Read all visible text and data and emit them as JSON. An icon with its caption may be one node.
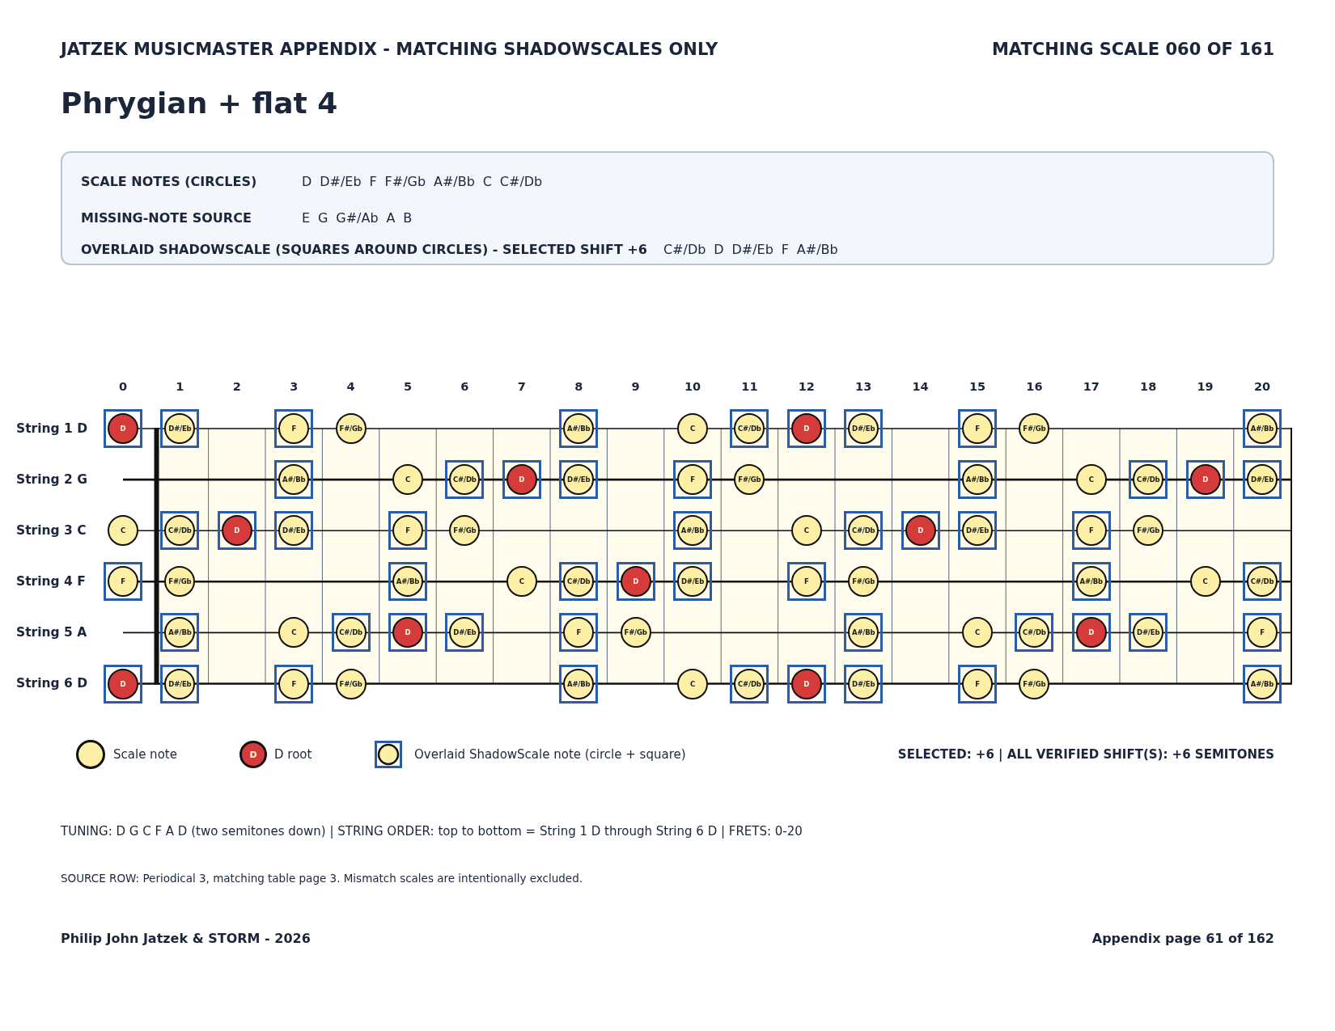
{
  "diagram": {
    "title": "Phrygian + flat 4",
    "nodes": [
      {
        "text": [
          "SCALE NOTES (CIRCLES)",
          "D D#/Eb F F#/Gb A#/Bb C C#/Db",
          "MISSING-NOTE SOURCE",
          "E G G#/Ab A B",
          "OVERLAID SHADOWSCALE (SQUARES AROUND CIRCLES) - SELECTED SHIFT +6",
          "C#/Db D D#/Eb F A#/Bb"
        ]
      },
      {
        "text": [],
        "shape": "box"
      },
      {
        "text": [
          "D"
        ],
        "in": 1
      },
      {
        "text": [],
        "shape": "box"
      },
      {
        "text": [
          "D#/Eb"
        ],
        "in": 3
      },
      {
        "text": [],
        "shape": "box"
      },
      {
        "text": [
          "F"
        ],
        "in": 5
      },
      {
        "text": [
          "F#/Gb"
        ]
      },
      {
        "text": [],
        "shape": "box"
      },
      {
        "text": [
          "A#/Bb"
        ],
        "in": 8
      },
      {
        "text": [
          "C"
        ]
      },
      {
        "text": [],
        "shape": "box"
      },
      {
        "text": [
          "C#/Db"
        ],
        "in": 11
      },
      {
        "text": [],
        "shape": "box"
      },
      {
        "text": [
          "D"
        ],
        "in": 13
      },
      {
        "text": [],
        "shape": "box"
      },
      {
        "text": [
          "D#/Eb"
        ],
        "in": 15
      },
      {
        "text": [],
        "shape": "box"
      },
      {
        "text": [
          "F"
        ],
        "in": 17
      },
      {
        "text": [
          "F#/Gb"
        ]
      },
      {
        "text": [],
        "shape": "box"
      },
      {
        "text": [
          "A#/Bb"
        ],
        "in": 20
      },
      {
        "text": [],
        "shape": "box"
      },
      {
        "text": [
          "A#/Bb"
        ],
        "in": 22
      },
      {
        "text": [
          "C"
        ]
      },
      {
        "text": [],
        "shape": "box"
      },
      {
        "text": [
          "C#/Db"
        ],
        "in": 25
      },
      {
        "text": [],
        "shape": "box"
      },
      {
        "text": [
          "D"
        ],
        "in": 27
      },
      {
        "text": [],
        "shape": "box"
      },
      {
        "text": [
          "D#/Eb"
        ],
        "in": 29
      },
      {
        "text": [],
        "shape": "box"
      },
      {
        "text": [
          "F"
        ],
        "in": 31
      },
      {
        "text": [
          "F#/Gb"
        ]
      },
      {
        "text": [],
        "shape": "box"
      },
      {
        "text": [
          "A#/Bb"
        ],
        "in": 34
      },
      {
        "text": [
          "C"
        ]
      },
      {
        "text": [],
        "shape": "box"
      },
      {
        "text": [
          "C#/Db"
        ],
        "in": 37
      },
      {
        "text": [],
        "shape": "box"
      },
      {
        "text": [
          "D"
        ],
        "in": 39
      },
      {
        "text": [],
        "shape": "box"
      },
      {
        "text": [
          "D#/Eb"
        ],
        "in": 41
      },
      {
        "text": [
          "C"
        ]
      },
      {
        "text": [],
        "shape": "box"
      },
      {
        "text": [
          "C#/Db"
        ],
        "in": 44
      },
      {
        "text": [],
        "shape": "box"
      },
      {
        "text": [
          "D"
        ],
        "in": 46
      },
      {
        "text": [],
        "shape": "box"
      },
      {
        "text": [
          "D#/Eb"
        ],
        "in": 48
      },
      {
        "text": [],
        "shape": "box"
      },
      {
        "text": [
          "F"
        ],
        "in": 50
      },
      {
        "text": [
          "F#/Gb"
        ]
      },
      {
        "text": [],
        "shape": "box"
      },
      {
        "text": [
          "A#/Bb"
        ],
        "in": 53
      },
      {
        "text": [
          "C"
        ]
      },
      {
        "text": [],
        "shape": "box"
      },
      {
        "text": [
          "C#/Db"
        ],
        "in": 56
      },
      {
        "text": [],
        "shape": "box"
      },
      {
        "text": [
          "D"
        ],
        "in": 58
      },
      {
        "text": [],
        "shape": "box"
      },
      {
        "text": [
          "D#/Eb"
        ],
        "in": 60
      },
      {
        "text": [],
        "shape": "box"
      },
      {
        "text": [
          "F"
        ],
        "in": 62
      },
      {
        "text": [
          "F#/Gb"
        ]
      },
      {
        "text": [],
        "shape": "box"
      },
      {
        "text": [
          "F"
        ],
        "in": 65
      },
      {
        "text": [
          "F#/Gb"
        ]
      },
      {
        "text": [],
        "shape": "box"
      },
      {
        "text": [
          "A#/Bb"
        ],
        "in": 68
      },
      {
        "text": [
          "C"
        ]
      },
      {
        "text": [],
        "shape": "box"
      },
      {
        "text": [
          "C#/Db"
        ],
        "in": 71
      },
      {
        "text": [],
        "shape": "box"
      },
      {
        "text": [
          "D"
        ],
        "in": 73
      },
      {
        "text": [],
        "shape": "box"
      },
      {
        "text": [
          "D#/Eb"
        ],
        "in": 75
      },
      {
        "text": [],
        "shape": "box"
      },
      {
        "text": [
          "F"
        ],
        "in": 77
      },
      {
        "text": [
          "F#/Gb"
        ]
      },
      {
        "text": [],
        "shape": "box"
      },
      {
        "text": [
          "A#/Bb"
        ],
        "in": 80
      },
      {
        "text": [
          "C"
        ]
      },
      {
        "text": [],
        "shape": "box"
      },
      {
        "text": [
          "C#/Db"
        ],
        "in": 83
      },
      {
        "text": [],
        "shape": "box"
      },
      {
        "text": [
          "A#/Bb"
        ],
        "in": 85
      },
      {
        "text": [
          "C"
        ]
      },
      {
        "text": [],
        "shape": "box"
      },
      {
        "text": [
          "C#/Db"
        ],
        "in": 88
      },
      {
        "text": [],
        "shape": "box"
      },
      {
        "text": [
          "D"
        ],
        "in": 90
      },
      {
        "text": [],
        "shape": "box"
      },
      {
        "text": [
          "D#/Eb"
        ],
        "in": 92
      },
      {
        "text": [],
        "shape": "box"
      },
      {
        "text": [
          "F"
        ],
        "in": 94
      },
      {
        "text": [
          "F#/Gb"
        ]
      },
      {
        "text": [],
        "shape": "box"
      },
      {
        "text": [
          "A#/Bb"
        ],
        "in": 97
      },
      {
        "text": [
          "C"
        ]
      },
      {
        "text": [],
        "shape": "box"
      },
      {
        "text": [
          "C#/Db"
        ],
        "in": 100
      },
      {
        "text": [],
        "shape": "box"
      },
      {
        "text": [
          "D"
        ],
        "in": 102
      },
      {
        "text": [],
        "shape": "box"
      },
      {
        "text": [
          "D#/Eb"
        ],
        "in": 104
      },
      {
        "text": [],
        "shape": "box"
      },
      {
        "text": [
          "F"
        ],
        "in": 106
      },
      {
        "text": [],
        "shape": "box"
      },
      {
        "text": [
          "D"
        ],
        "in": 108
      },
      {
        "text": [],
        "shape": "box"
      },
      {
        "text": [
          "D#/Eb"
        ],
        "in": 110
      },
      {
        "text": [],
        "shape": "box"
      },
      {
        "text": [
          "F"
        ],
        "in": 112
      },
      {
        "text": [
          "F#/Gb"
        ]
      },
      {
        "text": [],
        "shape": "box"
      },
      {
        "text": [
          "A#/Bb"
        ],
        "in": 115
      },
      {
        "text": [
          "C"
        ]
      },
      {
        "text": [],
        "shape": "box"
      },
      {
        "text": [
          "C#/Db"
        ],
        "in": 118
      },
      {
        "text": [],
        "shape": "box"
      },
      {
        "text": [
          "D"
        ],
        "in": 120
      },
      {
        "text": [],
        "shape": "box"
      },
      {
        "text": [
          "D#/Eb"
        ],
        "in": 122
      },
      {
        "text": [],
        "shape": "box"
      },
      {
        "text": [
          "F"
        ],
        "in": 124
      },
      {
        "text": [
          "F#/Gb"
        ]
      },
      {
        "text": [],
        "shape": "box"
      },
      {
        "text": [
          "A#/Bb"
        ],
        "in": 127
      },
      {
        "text": [
          "D"
        ]
      }
    ],
    "labels": [
      "JATZEK MUSICMASTER APPENDIX - MATCHING SHADOWSCALES ONLY",
      "MATCHING SCALE 060 OF 161",
      "0",
      "1",
      "2",
      "3",
      "4",
      "5",
      "6",
      "7",
      "8",
      "9",
      "10",
      "11",
      "12",
      "13",
      "14",
      "15",
      "16",
      "17",
      "18",
      "19",
      "20",
      "String 1 D",
      "String 2 G",
      "String 3 C",
      "String 4 F",
      "String 5 A",
      "String 6 D",
      "SELECTED: +6 | ALL VERIFIED SHIFT(S): +6 SEMITONES",
      "TUNING: D G C F A D (two semitones down) | STRING ORDER: top to bottom = String 1 D through String 6 D | FRETS: 0-20",
      "SOURCE ROW: Periodical 3, matching table page 3. Mismatch scales are intentionally excluded.",
      "Philip John Jatzek & STORM - 2026",
      "Appendix page 61 of 162"
    ],
    "legend": [
      {
        "text": "Scale note"
      },
      {
        "text": "D root"
      },
      {
        "text": "Overlaid ShadowScale note (circle + square)"
      }
    ]
  }
}
